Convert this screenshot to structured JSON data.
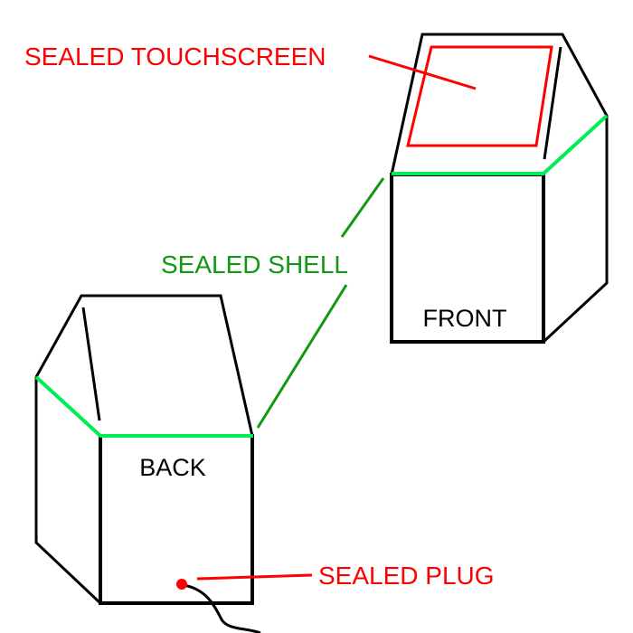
{
  "labels": {
    "touchscreen": "SEALED  TOUCHSCREEN",
    "shell": "SEALED  SHELL",
    "plug": "SEALED  PLUG",
    "front": "FRONT",
    "back": "BACK"
  },
  "colors": {
    "outline": "#000000",
    "seal_line": "#00ee55",
    "shell_label": "#119911",
    "red": "#ff0000"
  }
}
